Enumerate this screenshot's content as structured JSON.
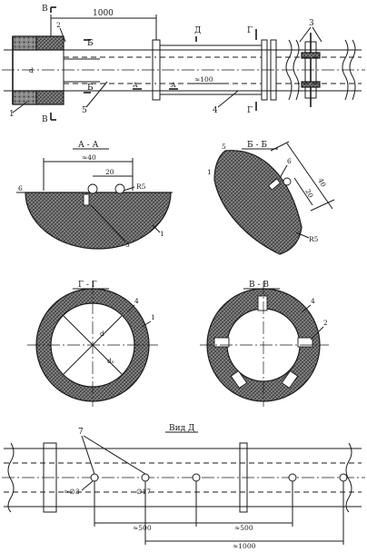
{
  "labels": {
    "sec_v": "В",
    "sec_b": "Б",
    "sec_a": "А",
    "sec_g": "Г",
    "sec_d": "Д",
    "n1": "1",
    "n2": "2",
    "n3": "3",
    "n4": "4",
    "n5": "5",
    "n6": "6",
    "n7": "7",
    "len_1000_top": "1000",
    "len_100": "≈100",
    "d_small": "d",
    "d_prime": "dᵢ",
    "d_out": "dₒ",
    "view_title": "Вид Д",
    "len_500_a": "≈500",
    "len_500_b": "≈500",
    "len_1000_bottom": "≈1000",
    "hole_3": "≈∅3",
    "hole_17": "∅17"
  },
  "section_titles": {
    "aa": "А - А",
    "bb": "Б - Б",
    "gg": "Г - Г",
    "vv": "В - В"
  },
  "aa": {
    "dim_40": "≈40",
    "dim_20": "20",
    "r5": "R5",
    "n6": "6",
    "n5": "5",
    "n1": "1"
  },
  "bb": {
    "n5": "5",
    "n1": "1",
    "n6": "6",
    "dim_40": "40",
    "dim_20": "20",
    "r5": "R5"
  },
  "gg": {
    "n4": "4",
    "n1": "1",
    "d": "d",
    "d_out": "dₒ"
  },
  "vv": {
    "n4": "4",
    "n2": "2"
  }
}
